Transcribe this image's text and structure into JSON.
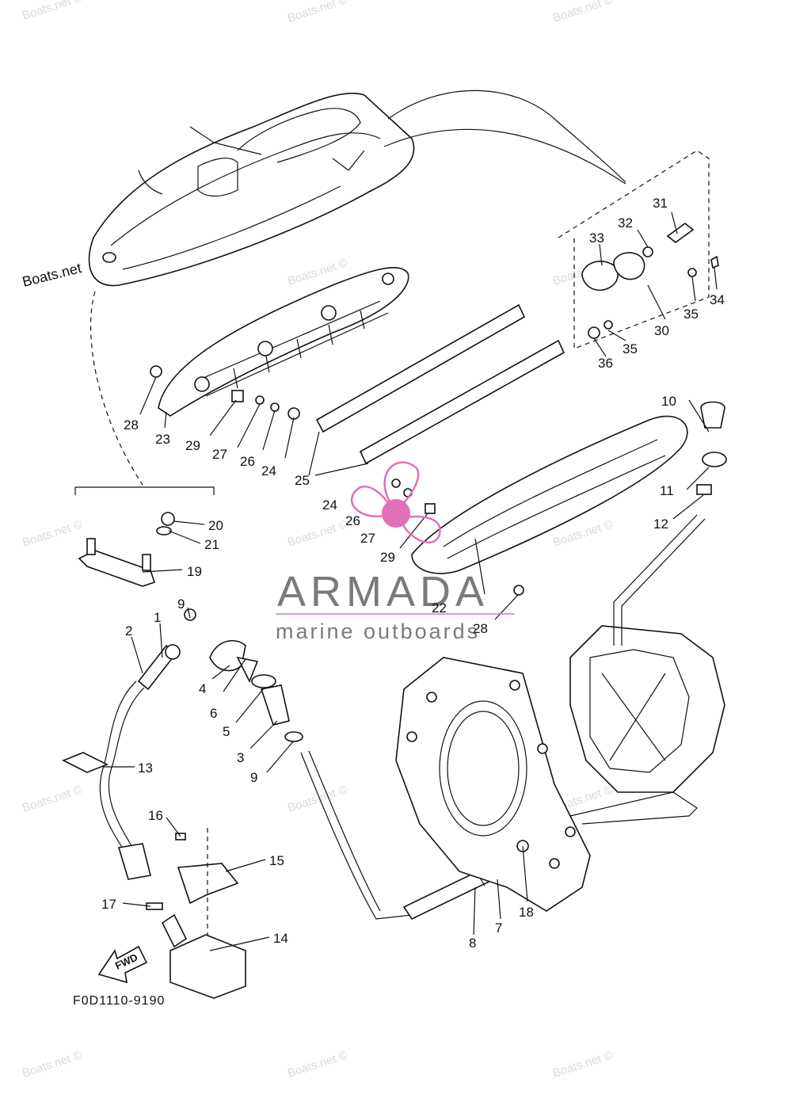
{
  "diagram": {
    "part_code": "F0D1110-9190",
    "fwd_label": "FWD",
    "brand_mark": "Boats.net",
    "watermark_text": "Boats.net ©",
    "logo": {
      "name": "ARMADA",
      "tagline": "marine outboards",
      "accent_color": "#e070b8"
    },
    "callouts": [
      "1",
      "2",
      "3",
      "4",
      "5",
      "6",
      "7",
      "8",
      "9",
      "9",
      "10",
      "11",
      "12",
      "13",
      "14",
      "15",
      "16",
      "17",
      "18",
      "19",
      "20",
      "21",
      "22",
      "23",
      "24",
      "24",
      "25",
      "26",
      "26",
      "27",
      "27",
      "28",
      "28",
      "29",
      "29",
      "30",
      "31",
      "32",
      "33",
      "34",
      "35",
      "35",
      "36"
    ]
  }
}
